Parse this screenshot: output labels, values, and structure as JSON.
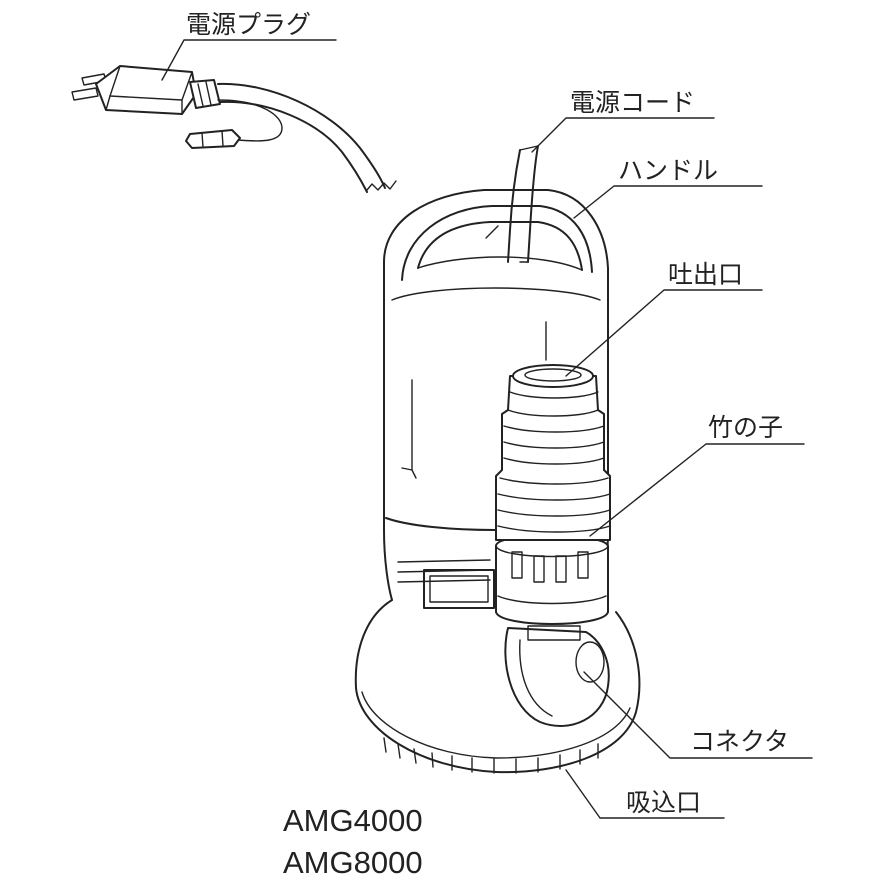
{
  "labels": {
    "plug": "電源プラグ",
    "cord": "電源コード",
    "handle": "ハンドル",
    "outlet": "吐出口",
    "hose_nipple": "竹の子",
    "connector": "コネクタ",
    "inlet": "吸込口"
  },
  "models": [
    "AMG4000",
    "AMG8000"
  ]
}
